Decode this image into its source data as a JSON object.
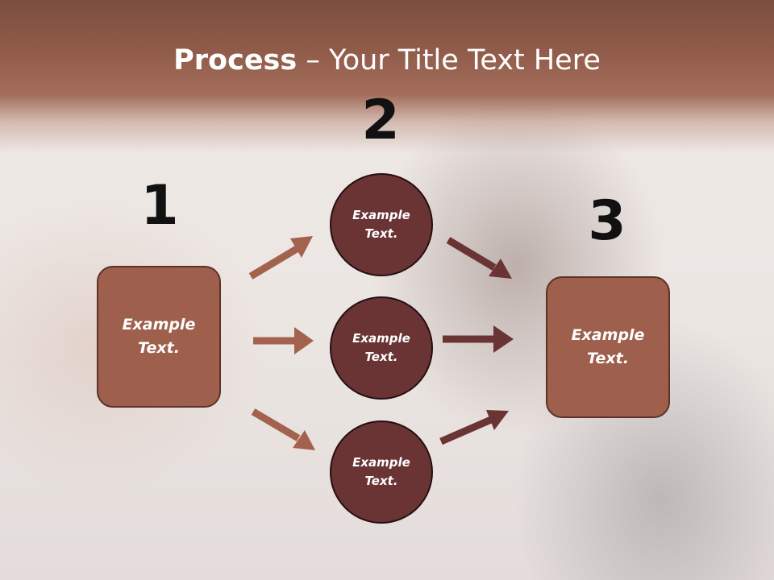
{
  "title": {
    "bold": "Process",
    "rest": " – Your Title Text Here"
  },
  "steps": {
    "num1": "1",
    "num2": "2",
    "num3": "3"
  },
  "nodes": {
    "box_left": "Example\nText.",
    "circle_top": "Example\nText.",
    "circle_middle": "Example\nText.",
    "circle_bottom": "Example\nText.",
    "box_right": "Example\nText."
  },
  "colors": {
    "header": "#8e5a47",
    "box_fill": "#9e5f4c",
    "circle_fill": "#6a3334",
    "arrow_light": "#a3624e",
    "arrow_dark": "#6a3334"
  }
}
